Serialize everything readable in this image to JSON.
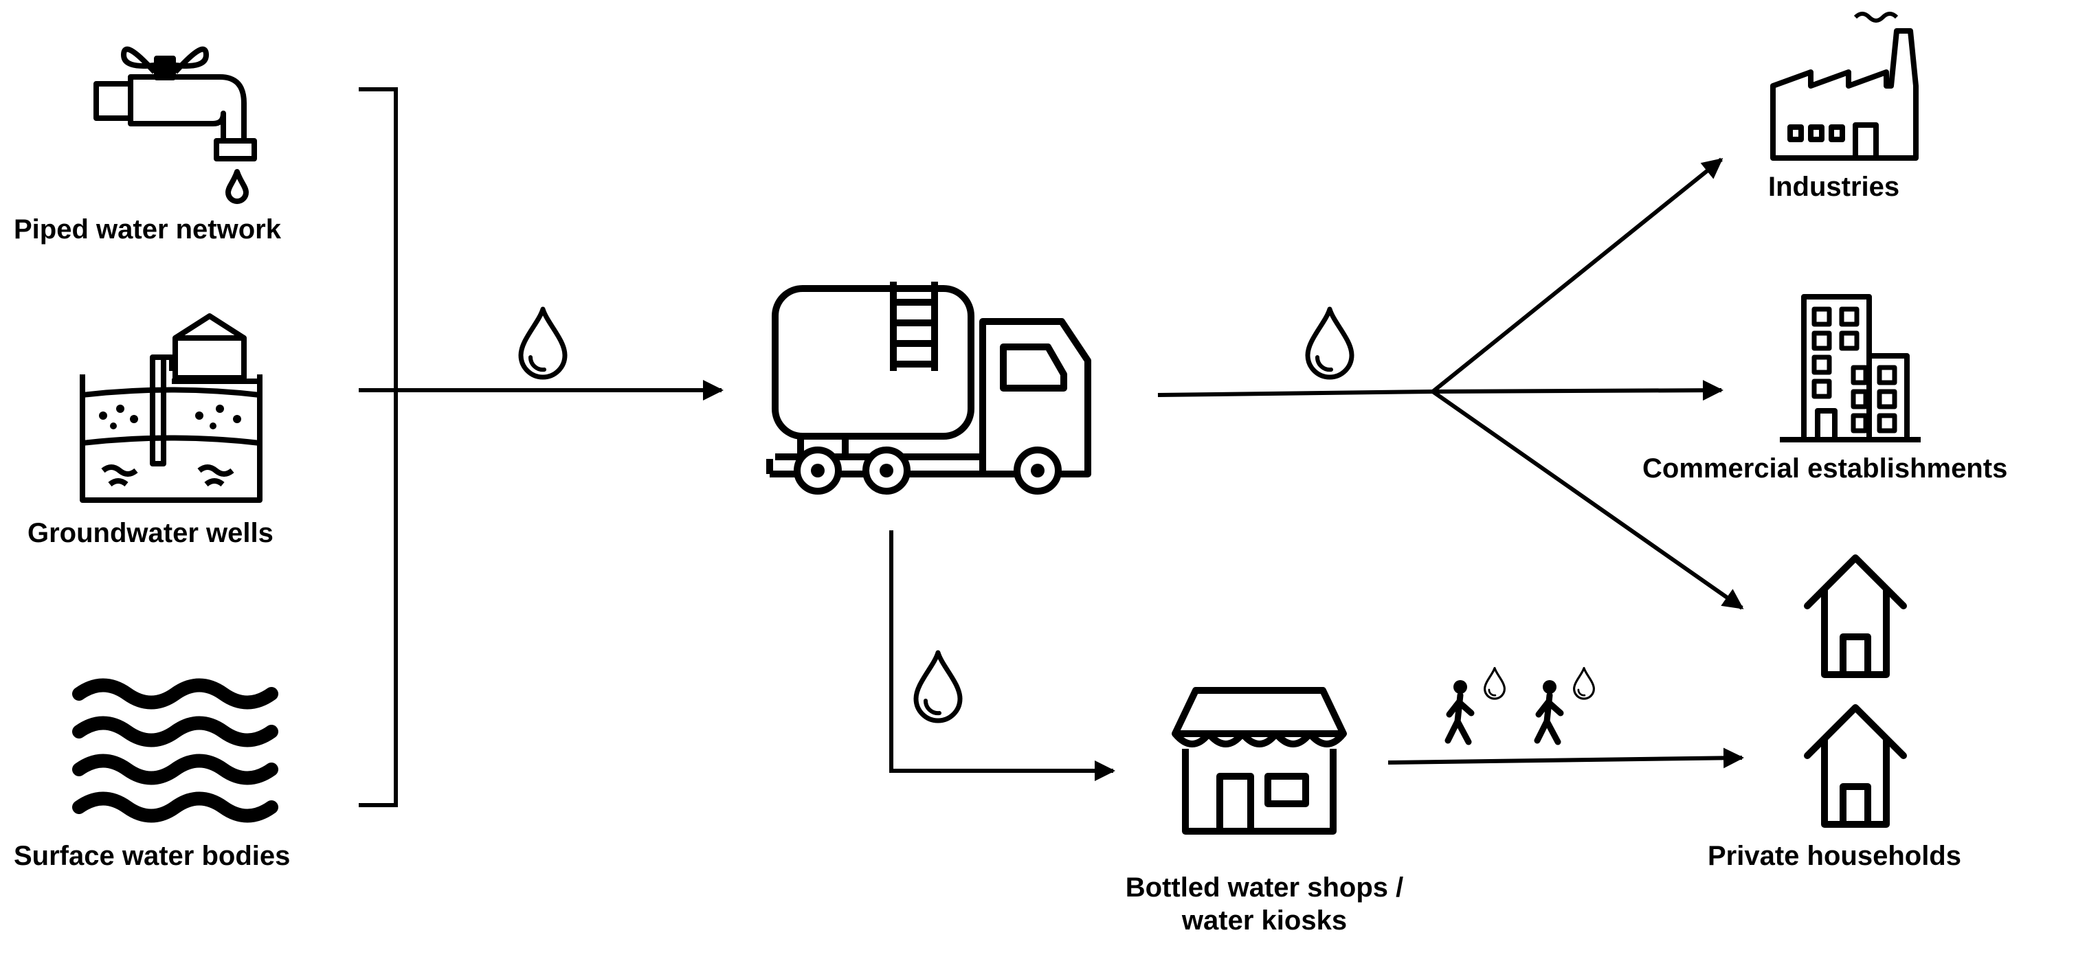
{
  "sources": {
    "piped": "Piped water network",
    "groundwater": "Groundwater wells",
    "surface": "Surface water bodies"
  },
  "destinations": {
    "industries": "Industries",
    "commercial": "Commercial establishments",
    "households": "Private households"
  },
  "intermediary": {
    "shop_line1": "Bottled water shops /",
    "shop_line2": "water kiosks"
  },
  "icons": {
    "piped": "water-tap-icon",
    "groundwater": "groundwater-well-icon",
    "surface": "water-waves-icon",
    "transport": "water-tanker-truck-icon",
    "shop": "kiosk-shop-icon",
    "industry": "factory-icon",
    "commercial": "office-building-icon",
    "household": "house-icon",
    "pedestrian": "walking-person-icon",
    "water": "water-drop-icon"
  },
  "colors": {
    "ink": "#000000",
    "background": "#ffffff"
  }
}
